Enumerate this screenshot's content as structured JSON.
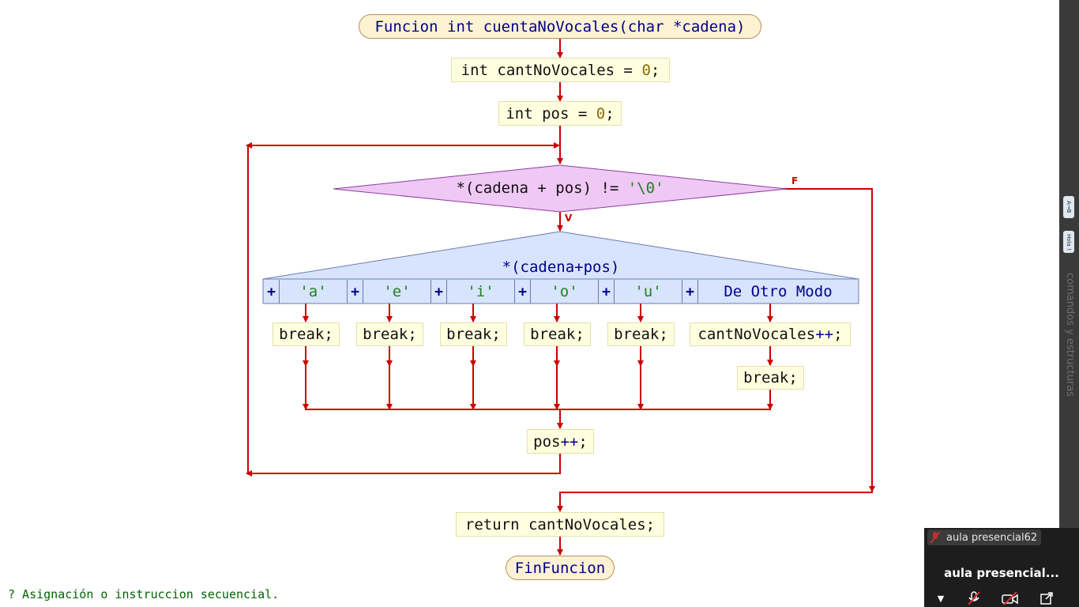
{
  "flowchart": {
    "start": {
      "kw": "Funcion",
      "text": " int cuentaNoVocales(char *cadena)"
    },
    "decl1": {
      "text": "int cantNoVocales = ",
      "num": "0",
      "end": ";"
    },
    "decl2": {
      "text": "int pos = ",
      "num": "0",
      "end": ";"
    },
    "while_condition": {
      "text": "*(cadena + pos) != ",
      "str": "'\\0'"
    },
    "branch_true_label": "V",
    "branch_false_label": "F",
    "switch_expression": "*(cadena+pos)",
    "cases": [
      {
        "plus": "+",
        "value": "'a'",
        "action": "break;"
      },
      {
        "plus": "+",
        "value": "'e'",
        "action": "break;"
      },
      {
        "plus": "+",
        "value": "'i'",
        "action": "break;"
      },
      {
        "plus": "+",
        "value": "'o'",
        "action": "break;"
      },
      {
        "plus": "+",
        "value": "'u'",
        "action": "break;"
      }
    ],
    "default_case": {
      "plus": "+",
      "label": "De Otro Modo",
      "action_var": "cantNoVocales",
      "action_op": "++",
      "action_end": ";",
      "action2": "break;"
    },
    "increment": {
      "var": "pos",
      "op": "++",
      "end": ";"
    },
    "return": {
      "text": "return cantNoVocales;"
    },
    "end": "FinFuncion"
  },
  "status_bar": {
    "text": "? Asignación o instruccion secuencial."
  },
  "side_panel": {
    "text": "comandos y estructuras",
    "icon1_text": "A→B",
    "icon2_text": "Hola !"
  },
  "video_panel": {
    "participant_tag": "aula presencial62",
    "participant_name": "aula presencial...",
    "mic_icon": "mic-muted-icon",
    "camera_icon": "camera-off-icon",
    "popout_icon": "popout-icon",
    "menu_icon": "dropdown-icon"
  },
  "colors": {
    "connector": "#cc0000",
    "decision_fill": "#f0c8f5",
    "switch_fill": "#d8e4fb",
    "box_fill": "#ffffe0",
    "terminal_fill": "#fdf2d2",
    "keyword": "#00008b",
    "literal": "#208020"
  }
}
